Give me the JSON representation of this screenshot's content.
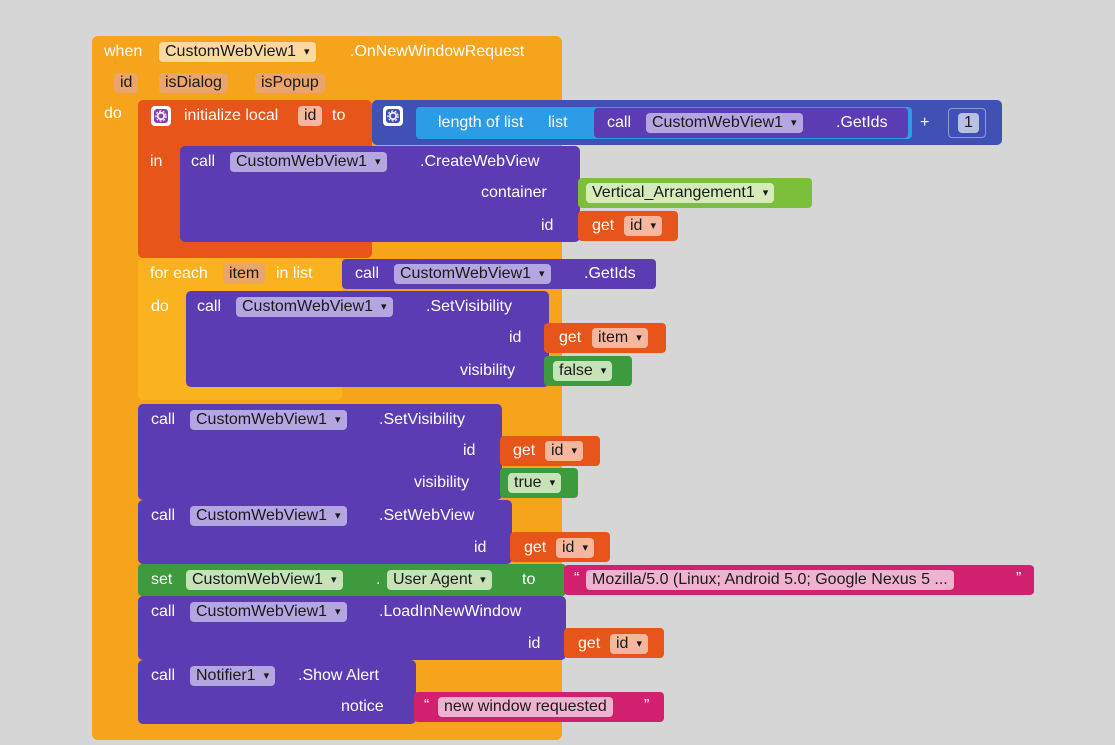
{
  "event": {
    "when": "when",
    "component": "CustomWebView1",
    "event_name": ".OnNewWindowRequest",
    "params": [
      "id",
      "isDialog",
      "isPopup"
    ],
    "do_label": "do"
  },
  "init_local": {
    "label": "initialize local",
    "var_name": "id",
    "to_label": "to",
    "in_label": "in",
    "length_label": "length of list",
    "list_label": "list",
    "call_label": "call",
    "component": "CustomWebView1",
    "method": ".GetIds",
    "plus": "+",
    "number": "1"
  },
  "create_webview": {
    "call_label": "call",
    "component": "CustomWebView1",
    "method": ".CreateWebView",
    "container_label": "container",
    "container_value": "Vertical_Arrangement1",
    "id_label": "id",
    "get_label": "get",
    "get_value": "id"
  },
  "for_each": {
    "label": "for each",
    "var_name": "item",
    "in_list_label": "in list",
    "call_label": "call",
    "component": "CustomWebView1",
    "method": ".GetIds",
    "do_label": "do",
    "inner": {
      "call_label": "call",
      "component": "CustomWebView1",
      "method": ".SetVisibility",
      "id_label": "id",
      "get_label": "get",
      "get_value": "item",
      "visibility_label": "visibility",
      "visibility_value": "false"
    }
  },
  "set_visibility": {
    "call_label": "call",
    "component": "CustomWebView1",
    "method": ".SetVisibility",
    "id_label": "id",
    "get_label": "get",
    "get_value": "id",
    "visibility_label": "visibility",
    "visibility_value": "true"
  },
  "set_webview": {
    "call_label": "call",
    "component": "CustomWebView1",
    "method": ".SetWebView",
    "id_label": "id",
    "get_label": "get",
    "get_value": "id"
  },
  "set_user_agent": {
    "set_label": "set",
    "component": "CustomWebView1",
    "dot": ".",
    "property": "User Agent",
    "to_label": "to",
    "quote_open": "“",
    "value": "Mozilla/5.0 (Linux; Android 5.0; Google Nexus 5 ...",
    "quote_close": "”"
  },
  "load_new_window": {
    "call_label": "call",
    "component": "CustomWebView1",
    "method": ".LoadInNewWindow",
    "id_label": "id",
    "get_label": "get",
    "get_value": "id"
  },
  "show_alert": {
    "call_label": "call",
    "component": "Notifier1",
    "method": ".Show Alert",
    "notice_label": "notice",
    "quote_open": "“",
    "value": "new window requested",
    "quote_close": "”"
  },
  "colors": {
    "event": "#F7A41D",
    "variable": "#E8551A",
    "component": "#5B3CB3",
    "math": "#3F51B5",
    "list": "#2D9CE6",
    "setter": "#3D9A3D",
    "logic": "#7CBF3B",
    "text": "#D1216E"
  }
}
